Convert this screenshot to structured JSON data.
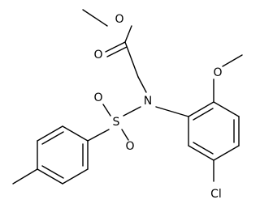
{
  "atoms": {
    "o_carbonyl": "O",
    "o_ester": "O",
    "o_methoxy": "O",
    "o_sulfonyl_top": "O",
    "o_sulfonyl_bottom": "O",
    "nitrogen": "N",
    "sulfur": "S",
    "chlorine": "Cl"
  }
}
